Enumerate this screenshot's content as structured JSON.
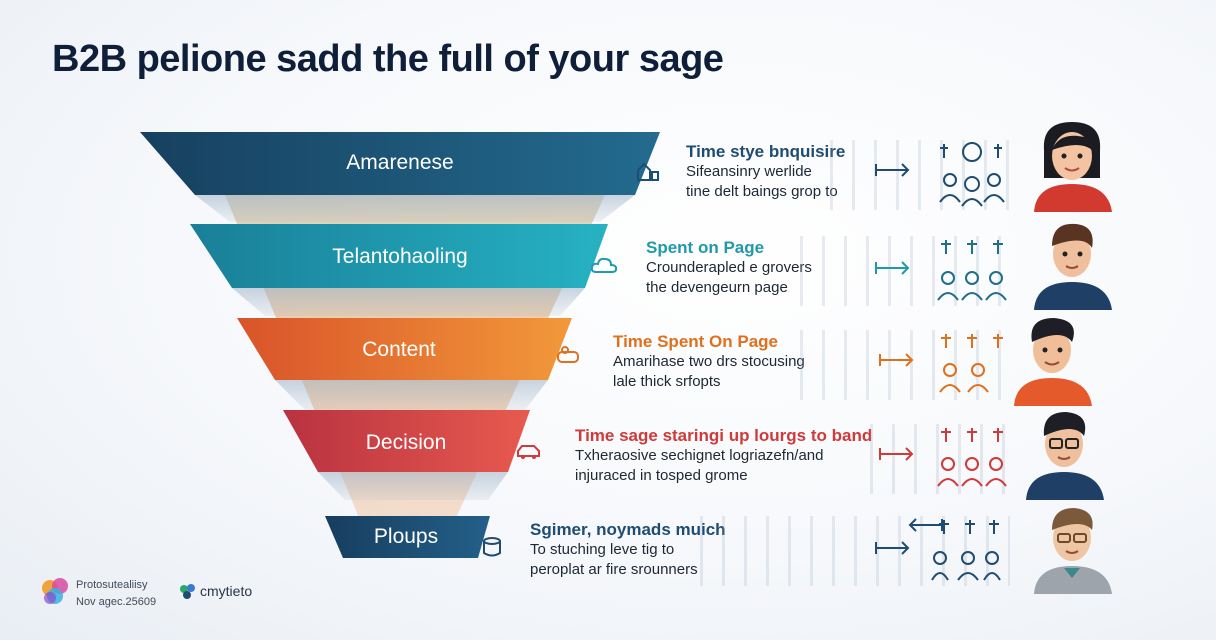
{
  "header": {
    "title": "B2B pelione sadd the full of your sage"
  },
  "stages": [
    {
      "label": "Amarenese",
      "color": "#1d4f72",
      "info_title": "Time stye bnquisire",
      "info_title_color": "#1f4c72",
      "info_lines": [
        "Sifeansinry werlide",
        "tine delt baings grop to"
      ]
    },
    {
      "label": "Telantohaoling",
      "color": "#1f9ab0",
      "info_title": "Spent on Page",
      "info_title_color": "#1f9aa8",
      "info_lines": [
        "Crounderapled e grovers",
        "the devengeurn page"
      ]
    },
    {
      "label": "Content",
      "color": "#ea6d2c",
      "info_title": "Time Spent On Page",
      "info_title_color": "#e0701e",
      "info_lines": [
        "Amarihase two drs stocusing",
        "lale thick srfopts"
      ]
    },
    {
      "label": "Decision",
      "color": "#d9414b",
      "info_title": "Time sage staringi up lourgs to band",
      "info_title_color": "#cf3a3a",
      "info_lines": [
        "Txheraosive sechignet logriazefn/and",
        "injuraced in tosped grome"
      ]
    },
    {
      "label": "Ploups",
      "color": "#1f4c72",
      "info_title": "Sgimer, noymads muich",
      "info_title_color": "#1f4c72",
      "info_lines": [
        "To stuching leve tig to",
        "peroplat ar fire srounners"
      ]
    }
  ],
  "footer": {
    "left_line1": "Protosutealiisy",
    "left_line2": "Nov agec.25609",
    "brand": "cmytieto"
  }
}
